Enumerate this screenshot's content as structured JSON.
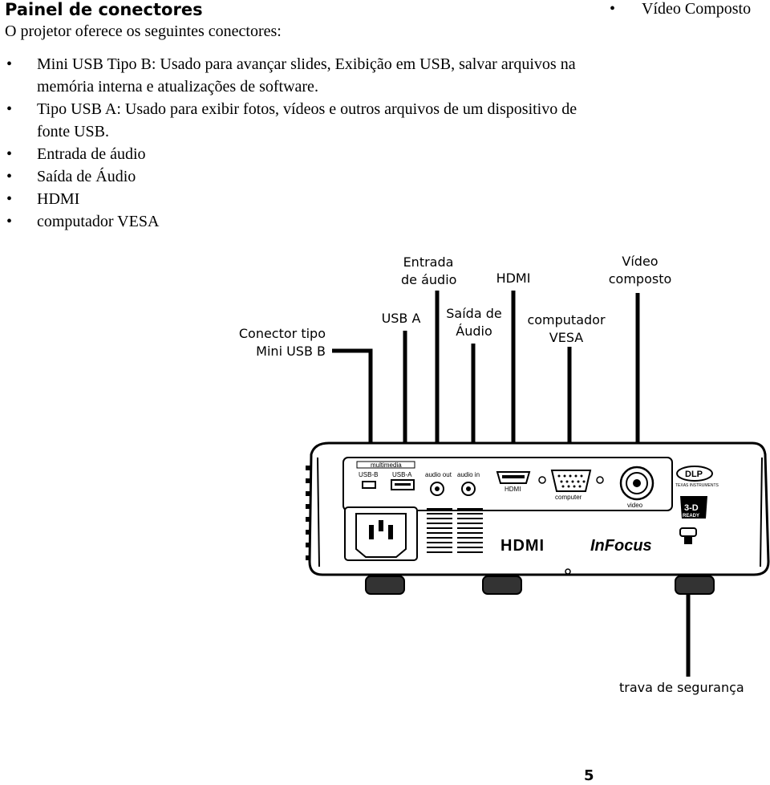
{
  "heading": "Painel de conectores",
  "intro": "O projetor oferece os seguintes conectores:",
  "bullets": [
    "Mini USB Tipo B: Usado para avançar slides, Exibição em USB, salvar arquivos na memória interna e atualizações de software.",
    "Tipo USB A: Usado para exibir fotos, vídeos e outros arquivos de um dispositivo de fonte USB.",
    "Entrada de áudio",
    "Saída de Áudio",
    "HDMI",
    "computador VESA"
  ],
  "right_bullet": "Vídeo Composto",
  "callouts": {
    "entrada_audio": [
      "Entrada",
      "de áudio"
    ],
    "hdmi": "HDMI",
    "video_composto": [
      "Vídeo",
      "composto"
    ],
    "usb_a": "USB A",
    "saida_audio": [
      "Saída de",
      "Áudio"
    ],
    "computador_vesa": [
      "computador",
      "VESA"
    ],
    "mini_usb_b": [
      "Conector tipo",
      "Mini USB B"
    ],
    "trava": "trava de segurança"
  },
  "panel_labels": {
    "multimedia": "multimedia",
    "usb_b": "USB-B",
    "usb_a": "USB-A",
    "audio_out": "audio out",
    "audio_in": "audio in",
    "hdmi": "HDMI",
    "computer": "computer",
    "video": "video",
    "dlp_top": "DLP",
    "texas": "TEXAS INSTRUMENTS",
    "threed": "3-D",
    "ready": "READY",
    "hdmi_logo": "HDMI",
    "brand": "InFocus"
  },
  "page_number": "5"
}
